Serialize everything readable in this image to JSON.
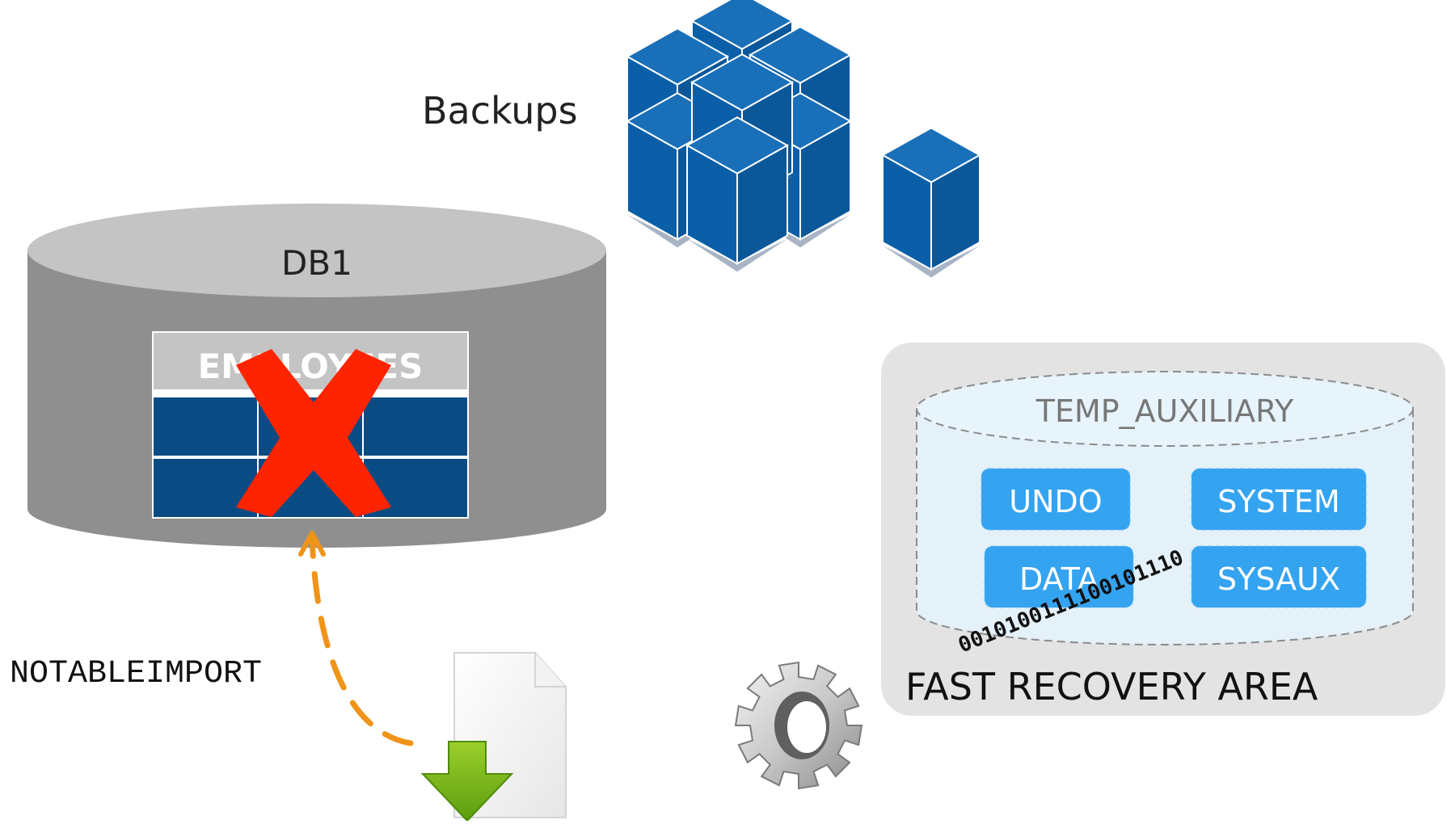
{
  "backups": {
    "label": "Backups"
  },
  "db": {
    "label": "DB1",
    "table_header": "EMPLOYEES",
    "status": "dropped"
  },
  "fra": {
    "label": "FAST RECOVERY AREA",
    "aux_instance": "TEMP_AUXILIARY",
    "tablespaces": [
      "UNDO",
      "SYSTEM",
      "DATA",
      "SYSAUX"
    ],
    "binary": "0010100111100101110"
  },
  "import_option": "NOTABLEIMPORT",
  "colors": {
    "cube_blue": "#0b5fa8",
    "db_gray": "#8f8f8f",
    "table_blue": "#0a4b84",
    "x_red": "#ff2400",
    "arrow_orange": "#ef9418",
    "fra_bg": "#e3e3e3",
    "tablespace_blue": "#34a3f0",
    "aux_fill": "#e4f1f9"
  },
  "icons": [
    "backup-cubes-icon",
    "database-icon",
    "red-x-icon",
    "export-file-icon",
    "gear-icon"
  ]
}
